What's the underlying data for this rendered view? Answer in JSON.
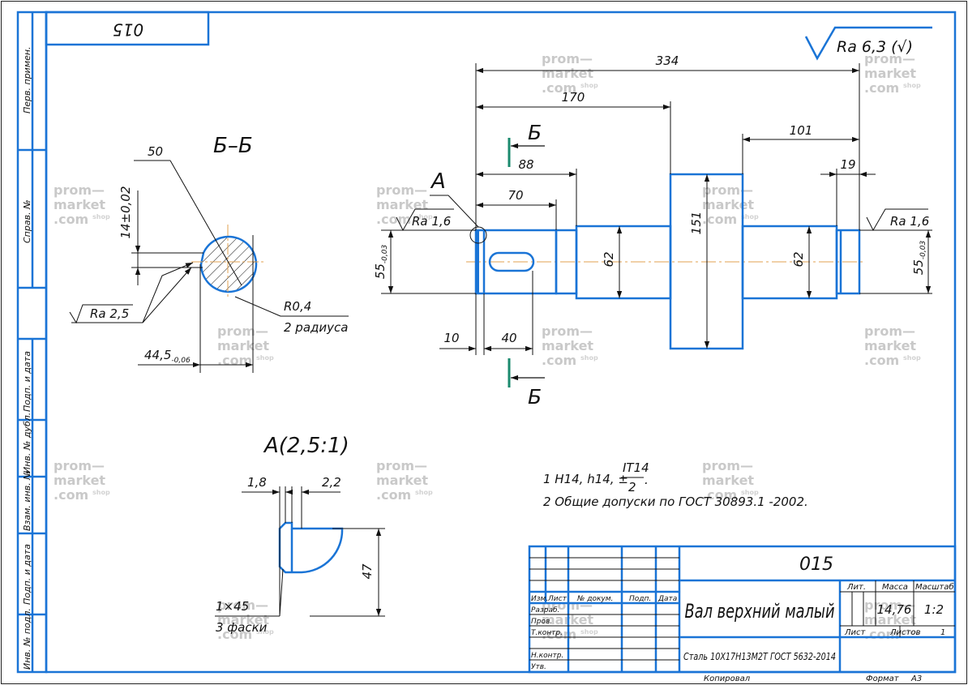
{
  "drawing": {
    "corner_stamp": "015",
    "roughness_general": "Ra 6,3 (√)",
    "section_title": "Б–Б",
    "detail_title": "A(2,5:1)",
    "view_label_a": "A",
    "section_mark": "Б",
    "dims": {
      "d334": "334",
      "d170": "170",
      "d101": "101",
      "d88": "88",
      "d70": "70",
      "d19": "19",
      "d151": "151",
      "d62a": "62",
      "d62b": "62",
      "d55l": "55",
      "d55l_tol": "-0,03",
      "d55r": "55",
      "d55r_tol": "-0,03",
      "d10": "10",
      "d40": "40",
      "ra16_left": "Ra 1,6",
      "ra16_right": "Ra 1,6"
    },
    "section": {
      "d50": "50",
      "d14": "14±0,02",
      "ra25": "Ra 2,5",
      "r04": "R0,4",
      "radii_note": "2 радиуса",
      "d445": "44,5",
      "d445_tol": "-0,06"
    },
    "detail": {
      "d18": "1,8",
      "d22": "2,2",
      "d47": "47",
      "chamfer": "1×45",
      "chamfer_note": "3 фаски"
    },
    "notes": {
      "n1_prefix": "1 H14, h14, ±",
      "n1_num": "IT14",
      "n1_den": "2",
      "n1_end": ".",
      "n2": "2 Общие допуски по ГОСТ 30893.1 -2002."
    }
  },
  "side_stamps": {
    "perv_primen": "Перв. примен.",
    "sprav_no": "Справ. №",
    "podp_data_1": "Подп. и дата",
    "inv_dubl": "Инв. № дубл.",
    "vzam_inv": "Взам. инв. №",
    "podp_data_2": "Подп. и дата",
    "inv_podl": "Инв. № подл."
  },
  "title_block": {
    "code": "015",
    "name": "Вал верхний малый",
    "material": "Сталь 10Х17Н13М2Т ГОСТ 5632-2014",
    "lit_label": "Лит.",
    "mass_label": "Масса",
    "scale_label": "Масштаб",
    "mass": "14,76",
    "scale": "1:2",
    "sheet_label": "Лист",
    "sheets_label": "Листов",
    "sheets_count": "1",
    "col_izm": "Изм.",
    "col_list": "Лист",
    "col_dokum": "№ докум.",
    "col_podp": "Подп.",
    "col_data": "Дата",
    "row_razrab": "Разраб.",
    "row_prov": "Пров.",
    "row_tkontr": "Т.контр.",
    "row_nkontr": "Н.контр.",
    "row_utv": "Утв.",
    "copied": "Копировал",
    "format_label": "Формат",
    "format_value": "A3"
  },
  "watermark": {
    "line1": "prom—",
    "line2": "market",
    "line3": ".com",
    "shop": "shop"
  },
  "colors": {
    "contour": "#1a74d6",
    "line": "#111111",
    "section_mark": "#1a8a6e",
    "axis": "#e0a050",
    "watermark": "#c9c9c9"
  }
}
